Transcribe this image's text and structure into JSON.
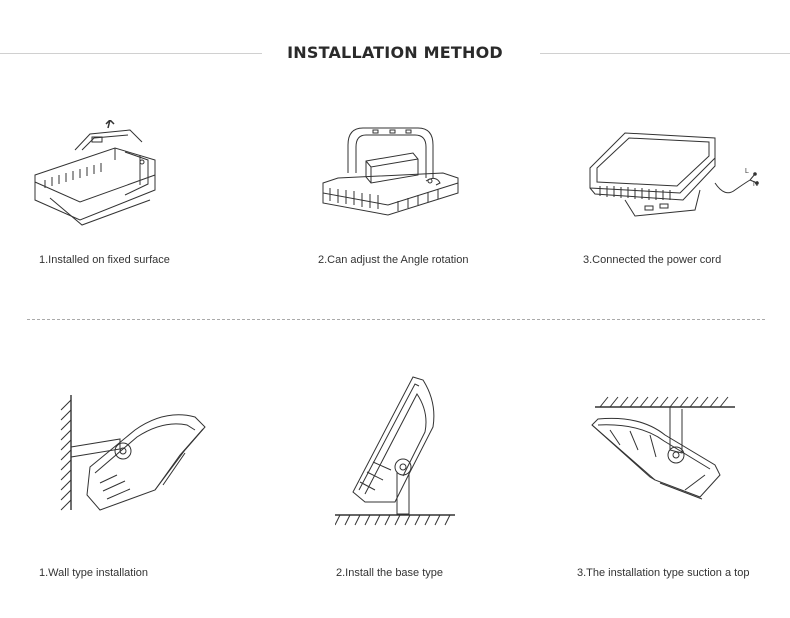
{
  "header": {
    "title": "INSTALLATION METHOD"
  },
  "row1": {
    "captions": [
      "1.Installed on fixed surface",
      "2.Can adjust the Angle rotation",
      "3.Connected the power cord"
    ],
    "cord_labels": [
      "L",
      "N"
    ]
  },
  "row2": {
    "captions": [
      "1.Wall type installation",
      "2.Install the base type",
      "3.The installation type suction a top"
    ]
  }
}
